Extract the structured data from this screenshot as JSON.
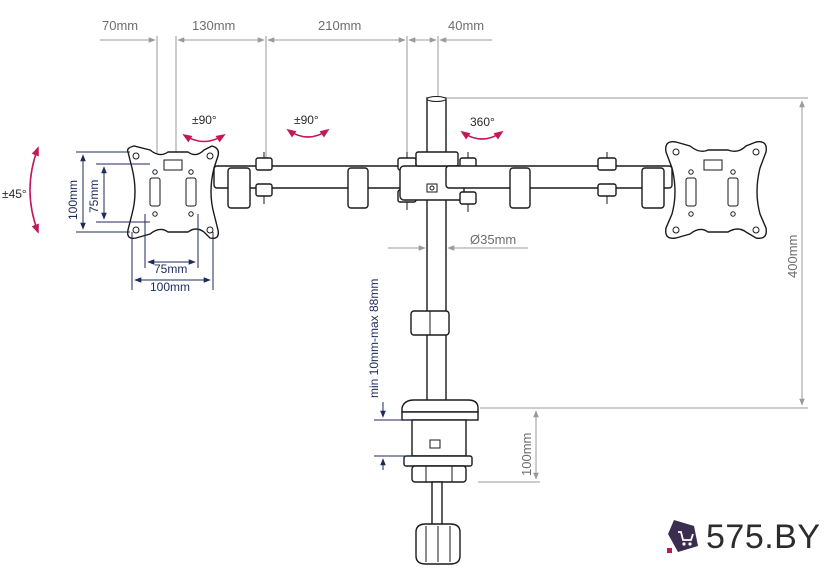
{
  "dimensions": {
    "top_segments": [
      "70mm",
      "130mm",
      "210mm",
      "40mm"
    ],
    "rotations": [
      "±90°",
      "±90°",
      "360°"
    ],
    "tilt": "±45°",
    "vesa_vertical": [
      "100mm",
      "75mm"
    ],
    "vesa_horizontal": [
      "75mm",
      "100mm"
    ],
    "pole_diameter": "Ø35mm",
    "height": "400mm",
    "clamp_range": "min 10mm-max 88mm",
    "clamp_depth": "100mm"
  },
  "brand": {
    "name": "575.BY",
    "logo_icon": "cart-box-icon",
    "logo_color": "#3a2d4f",
    "accent_color": "#c2185b"
  },
  "colors": {
    "dimension_line": "#9a9a9a",
    "dimension_text": "#6e6e6e",
    "vertical_dimension": "#1c2a5c",
    "rotation_arrow": "#c2185b",
    "outline": "#1a1a1a"
  }
}
